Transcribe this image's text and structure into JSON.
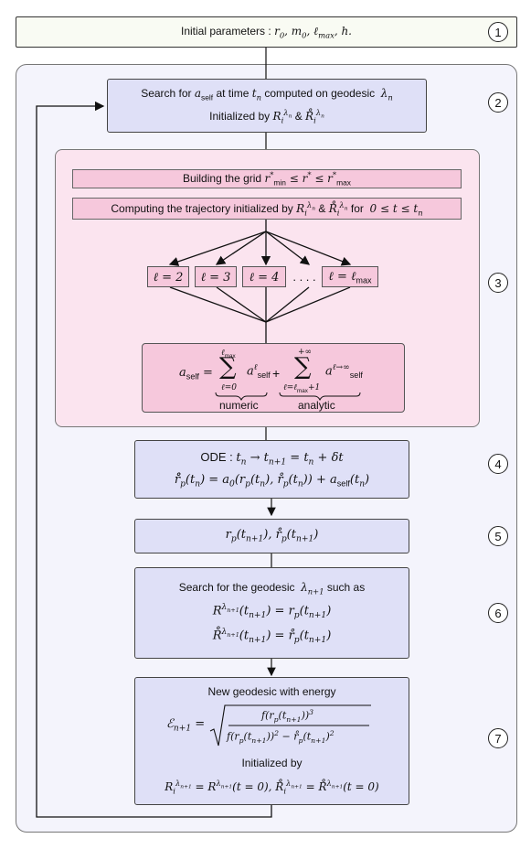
{
  "step1": {
    "text": "Initial parameters",
    "colon": ":",
    "vars": "r₀, m₀, ℓ_max, h.",
    "number": "1"
  },
  "step2": {
    "line1_a": "Search for",
    "line1_var": "a_self",
    "line1_b": "at time",
    "line1_t": "t_n",
    "line1_c": "computed on geodesic",
    "line1_lambda": "λ_n",
    "line2_a": "Initialized by",
    "line2_amp": "&",
    "number": "2"
  },
  "step3": {
    "grid_label": "Building the grid",
    "grid_expr": "r*_min ≤ r* ≤ r*_max",
    "traj_a": "Computing the trajectory initialized by",
    "traj_amp": "&",
    "traj_for": "for",
    "traj_range": "0 ≤ t ≤ t_n",
    "l_boxes": [
      "ℓ = 2",
      "ℓ = 3",
      "ℓ = 4",
      "ℓ = ℓ_max"
    ],
    "dots": ". . . .",
    "numeric_label": "numeric",
    "analytic_label": "analytic",
    "number": "3"
  },
  "step4": {
    "line1_label": "ODE :",
    "line1_expr": "t_n → t_{n+1} = t_n + δt",
    "number": "4"
  },
  "step5": {
    "expr": "r_p(t_{n+1}), ṙ_p(t_{n+1})",
    "number": "5"
  },
  "step6": {
    "line1_a": "Search for the geodesic",
    "line1_lambda": "λ_{n+1}",
    "line1_b": "such as",
    "number": "6"
  },
  "step7": {
    "line1": "New geodesic with energy",
    "init_label": "Initialized by",
    "number": "7"
  }
}
